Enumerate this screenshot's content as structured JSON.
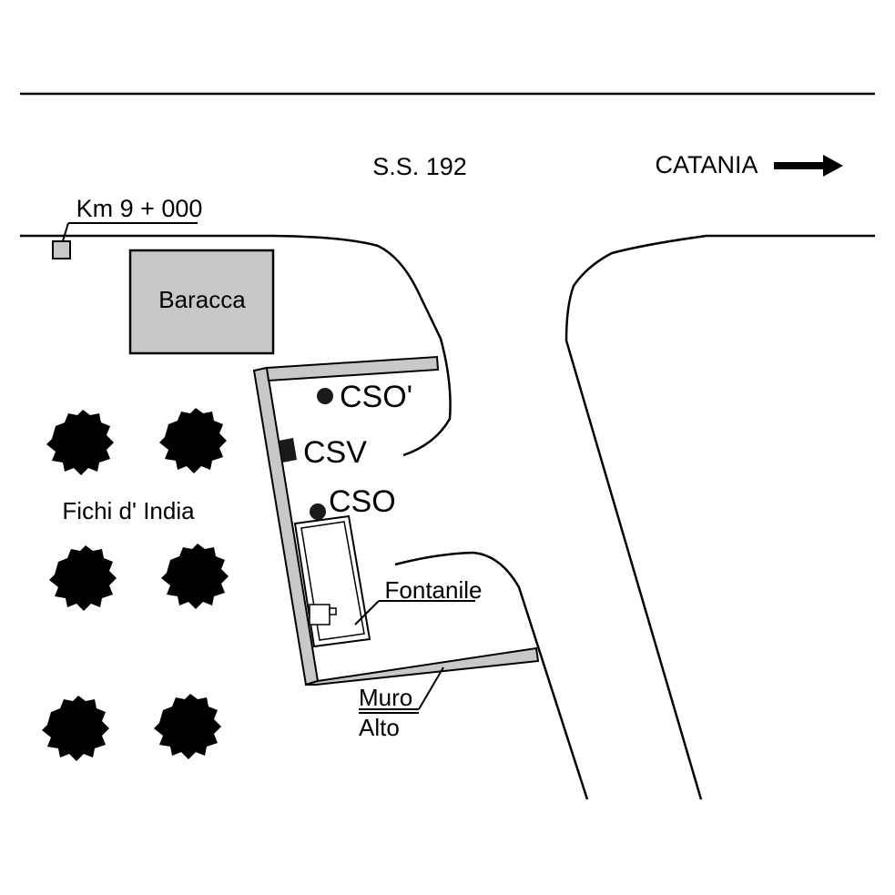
{
  "road": {
    "name": "S.S. 192",
    "milestone": "Km 9 + 000"
  },
  "direction": {
    "label": "CATANIA",
    "arrow_icon": "arrow-right-icon"
  },
  "buildings": {
    "baracca": "Baracca"
  },
  "markers": {
    "cso_prime": "CSO'",
    "csv": "CSV",
    "cso": "CSO"
  },
  "features": {
    "fontanile": "Fontanile",
    "muro_line1": "Muro",
    "muro_line2": "Alto",
    "vegetation": "Fichi d' India"
  },
  "colors": {
    "tree": "#22e622",
    "wall": "#c8c8c8",
    "building": "#c8c8c8"
  }
}
